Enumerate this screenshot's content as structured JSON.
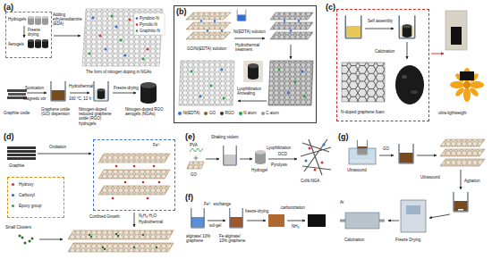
{
  "diagram": {
    "nodes": [
      {
        "text": [
          "Hydrogels",
          "Freeze drying",
          "Aerogels"
        ]
      },
      {
        "text": [
          "GO/Ni(EDTA) solution",
          "Ni(EDTA) solution",
          "Hydrothermal treatment",
          "Lyophilization Annealing"
        ]
      },
      {
        "text": [
          "Self assembly",
          "Calcination",
          "N-doped graphene foam"
        ]
      },
      {
        "text": [
          "Hydroxy",
          "Carboxyl",
          "Epoxy group"
        ]
      },
      {
        "text": [
          "Fe³⁺"
        ]
      }
    ],
    "labels": [
      "(a)",
      "Adding ethylenediamine (EDA)",
      "Pyridinic-N",
      "Pyrrolic-N",
      "Graphitic-N",
      "The form of nitrogen doping in NGAs",
      "Sonication",
      "Magnetic stir",
      "Graphite oxide",
      "Graphene oxide (GO) dispersion",
      "Hydrothermal",
      "160 °C, 12 h",
      "Nitrogen-doped reduced graphene oxide (RGO) hydrogels",
      "Freeze-drying",
      "Nitrogen-doped RGO aerogels (NGAs)",
      "(b)",
      "(c)",
      "ultra-lightweight",
      "(d)",
      "Graphite",
      "Oxidation",
      "Small Clusters",
      "Confined Growth",
      "N₂H₄·H₂O",
      "Hydrothermal",
      "(e)",
      "PVA",
      "GO",
      "Shaking violent",
      "Hydrogel",
      "Lyophilization",
      "DCD",
      "Pyrolysis",
      "CoNi-NGA",
      "(f)",
      "Fe³⁺ exchange",
      "sol-gel",
      "alginate/ 10% graphene",
      "Fe-alginate/ 10% graphene",
      "freeze-drying",
      "carbonization",
      "NH₃",
      "(g)",
      "Ultrasound",
      "GO",
      "Ultrasound",
      "Agitation",
      "Freeze Drying",
      "Ar",
      "Calcination"
    ],
    "legend": [
      {
        "text": "Ni(EDTA)",
        "color": "#2f6fd6"
      },
      {
        "text": "GO",
        "color": "#8b5a2b"
      },
      {
        "text": "RGO",
        "color": "#333333"
      },
      {
        "text": "N atom",
        "color": "#1fa34a"
      },
      {
        "text": "C atom",
        "color": "#9a9a9a"
      }
    ]
  }
}
